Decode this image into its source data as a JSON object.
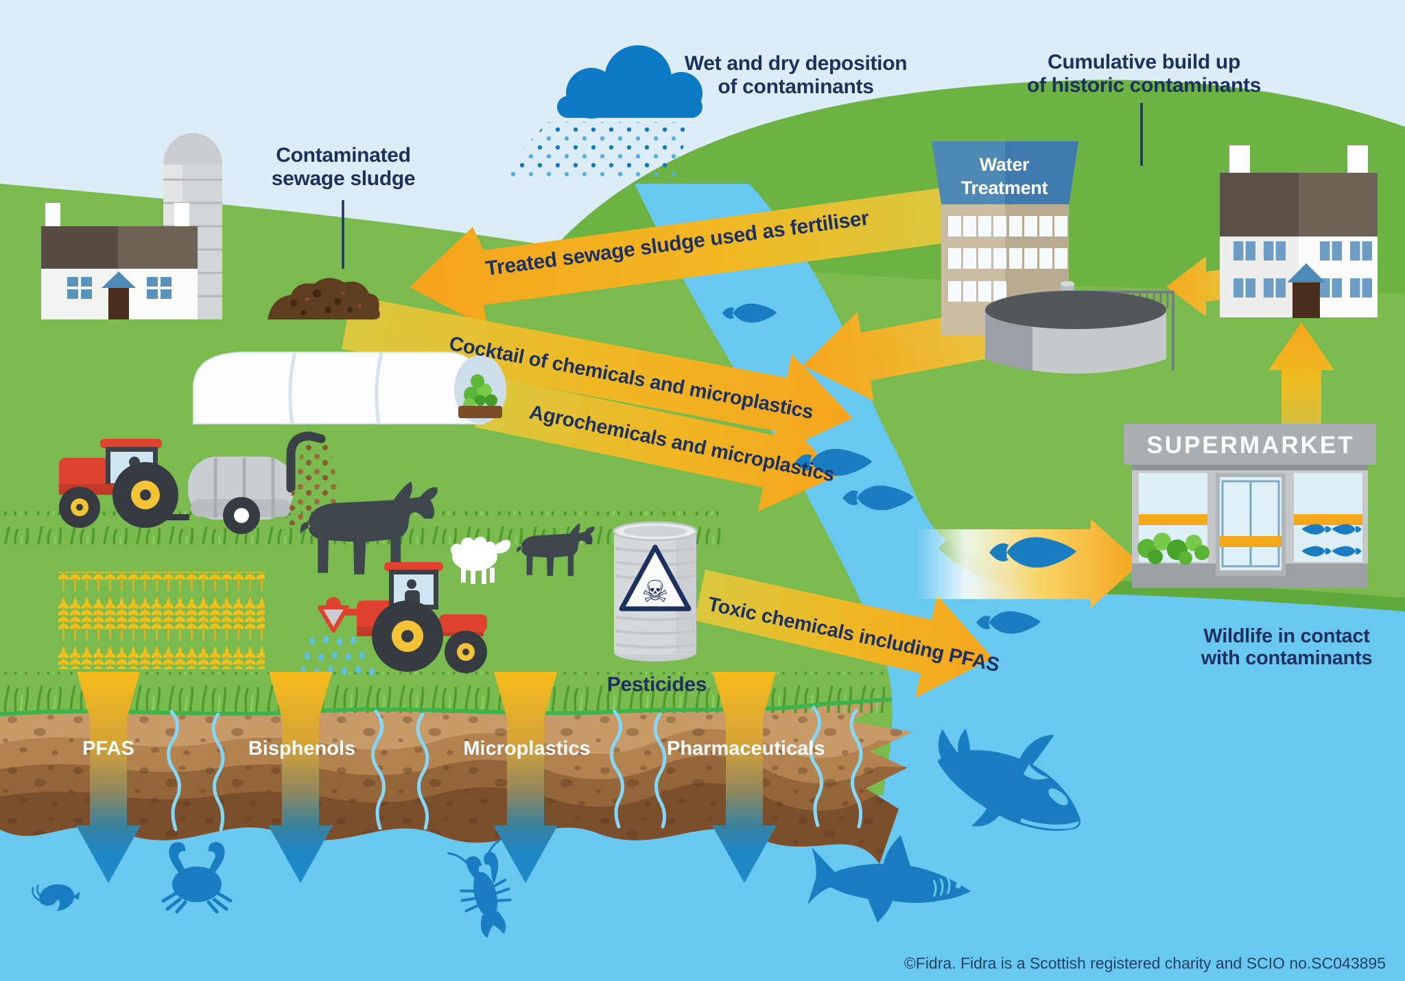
{
  "labels": {
    "deposition": "Wet and dry deposition\nof contaminants",
    "cumulative": "Cumulative build up\nof historic contaminants",
    "contaminated_sludge": "Contaminated\nsewage sludge",
    "wildlife": "Wildlife in contact\nwith contaminants",
    "pesticides": "Pesticides"
  },
  "flow_arrows": {
    "treated_sludge": "Treated sewage sludge used as fertiliser",
    "cocktail": "Cocktail of chemicals and microplastics",
    "agrochemicals": "Agrochemicals and microplastics",
    "toxic": "Toxic chemicals including PFAS"
  },
  "buildings": {
    "water_treatment": "Water\nTreatment",
    "supermarket": "SUPERMARKET"
  },
  "soil_contaminants": [
    "PFAS",
    "Bisphenols",
    "Microplastics",
    "Pharmaceuticals"
  ],
  "icons": {
    "hazard_skull": "☠"
  },
  "footer": {
    "copyright": "©Fidra. Fidra is a Scottish registered charity and SCIO no.SC043895"
  },
  "colors": {
    "navy": "#1d3160",
    "arrow_yellow": "#f5b81e",
    "arrow_orange": "#f5a41c",
    "water": "#69c8f0",
    "fish_blue": "#1a7dc2",
    "field_green": "#7aba4e",
    "sky": "#dcedf8",
    "soil": "#c79a68"
  }
}
